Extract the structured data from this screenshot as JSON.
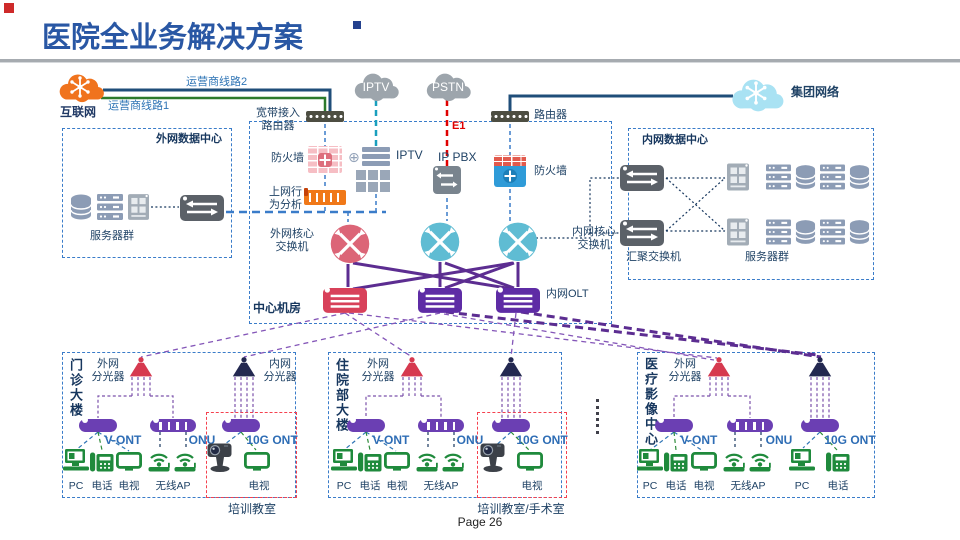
{
  "slide": {
    "title": "医院全业务解决方案",
    "page": "Page 26"
  },
  "top": {
    "internet": "互联网",
    "carrier1": "运营商线路1",
    "carrier2": "运营商线路2",
    "iptv_cloud": "IPTV",
    "pstn_cloud": "PSTN",
    "group_network": "集团网络",
    "e1": "E1"
  },
  "core": {
    "broadband_router": "宽带接入\n路由器",
    "firewall_left": "防火墙",
    "behavior_analysis": "上网行\n为分析",
    "iptv": "IPTV",
    "ip_pbx": "IP PBX",
    "router": "路由器",
    "firewall_right": "防火墙",
    "ext_core_switch": "外网核心\n交换机",
    "int_core_switch": "内网核心\n交换机",
    "central_room": "中心机房",
    "int_olt": "内网OLT"
  },
  "ext_dc": {
    "title": "外网数据中心",
    "servers": "服务器群"
  },
  "int_dc": {
    "title": "内网数据中心",
    "agg_switch": "汇聚交换机",
    "servers": "服务器群"
  },
  "buildings": [
    {
      "name": "门诊大楼",
      "ext_splitter": "外网\n分光器",
      "int_splitter": "内网\n分光器",
      "vont": "V-ONT",
      "onu": "ONU",
      "ont10g": "10G ONT",
      "dev": [
        "PC",
        "电话",
        "电视",
        "无线AP",
        "电视"
      ],
      "room": "培训教室"
    },
    {
      "name": "住院部大楼",
      "ext_splitter": "外网\n分光器",
      "vont": "V-ONT",
      "onu": "ONU",
      "ont10g": "10G ONT",
      "dev": [
        "PC",
        "电话",
        "电视",
        "无线AP",
        "电视"
      ],
      "room": "培训教室/手术室"
    },
    {
      "name": "医疗影像中心",
      "ext_splitter": "外网\n分光器",
      "vont": "V-ONT",
      "onu": "ONU",
      "ont10g": "10G ONT",
      "dev": [
        "PC",
        "电话",
        "电视",
        "无线AP",
        "PC",
        "电话"
      ]
    }
  ],
  "colors": {
    "title_blue": "#2957A4",
    "label_navy": "#1F4265",
    "box_dash_blue": "#3A7CC9",
    "room_dash_red": "#F5414F",
    "carrier1_green": "#2C7A2C",
    "carrier2_navy": "#1F4E79",
    "e1_red": "#E00000",
    "iptv_teal": "#1A9FBE",
    "internet_orange": "#F0731D",
    "group_cloud_blue": "#A9E2F3",
    "gray_cloud": "#9DA5AC",
    "ext_switch_pink": "#DC6577",
    "int_switch_blue": "#5FBCD3",
    "olt_red": "#D8415A",
    "olt_purple": "#5E2CA5",
    "mesh_purple": "#5C2D91",
    "ont_purple": "#6B3FB3",
    "splitter_red": "#D6394F",
    "splitter_dark": "#232850",
    "device_green": "#1F8A3C",
    "server_gray": "#8C9CB5",
    "behavior_orange": "#F07818"
  }
}
